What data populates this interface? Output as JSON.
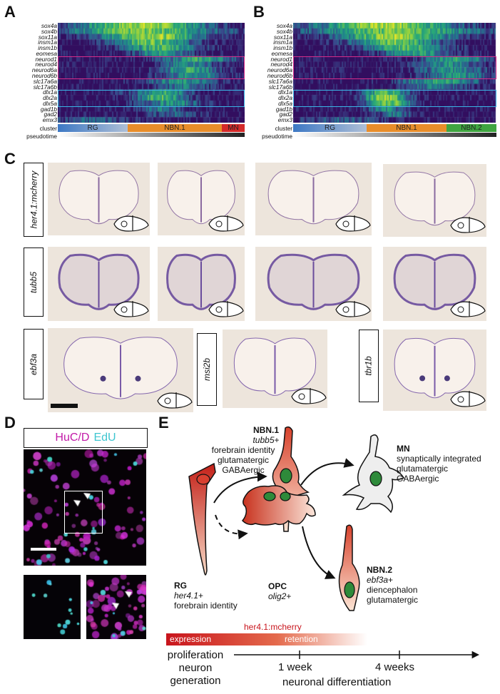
{
  "panels": {
    "A": "A",
    "B": "B",
    "C": "C",
    "D": "D",
    "E": "E"
  },
  "genes": [
    "sox4a",
    "sox4b",
    "sox11a",
    "insm1a",
    "insm1b",
    "eomesa",
    "neurod1",
    "neurod4",
    "neurod6a",
    "neurod6b",
    "slc17a6a",
    "slc17a6b",
    "dlx1a",
    "dlx2a",
    "dlx5a",
    "gad1b",
    "gad2",
    "emx3"
  ],
  "row_labels": {
    "cluster": "cluster",
    "pseudotime": "pseudotime"
  },
  "heatmap_a": {
    "clusters": [
      {
        "label": "RG",
        "color": "#4a7fc0"
      },
      {
        "label": "NBN.1",
        "color": "#e88d2a"
      },
      {
        "label": "MN",
        "color": "#d42a2a"
      }
    ]
  },
  "heatmap_b": {
    "clusters": [
      {
        "label": "RG",
        "color": "#4a7fc0"
      },
      {
        "label": "NBN.1",
        "color": "#e88d2a"
      },
      {
        "label": "NBN.2",
        "color": "#3fa540"
      }
    ]
  },
  "highlight_colors": {
    "neurod": "#d62d8a",
    "dlx": "#3ab5e6"
  },
  "panel_c": {
    "row_labels": [
      "her4.1:mcherry",
      "tubb5"
    ],
    "bottom_labels": [
      "ebf3a",
      "msi2b",
      "tbr1b"
    ]
  },
  "panel_d": {
    "legend_a": "HuC/D",
    "legend_b": "EdU",
    "color_a": "#c21aa8",
    "color_b": "#3ec6d0"
  },
  "panel_e": {
    "nbn1": {
      "title": "NBN.1",
      "marker": "tubb5",
      "marker_suffix": "+",
      "lines": [
        "forebrain identity",
        "glutamatergic",
        "GABAergic"
      ]
    },
    "mn": {
      "title": "MN",
      "lines": [
        "synaptically integrated",
        "glutamatergic",
        "GABAergic"
      ]
    },
    "rg": {
      "title": "RG",
      "marker": "her4.1",
      "marker_suffix": "+",
      "lines": [
        "forebrain identity"
      ]
    },
    "opc": {
      "title": "OPC",
      "marker": "olig2",
      "marker_suffix": "+"
    },
    "nbn2": {
      "title": "NBN.2",
      "marker": "ebf3a",
      "marker_suffix": "+",
      "lines": [
        "diencephalon",
        "glutamatergic"
      ]
    },
    "reporter": "her4.1:mcherry",
    "bar_left": "expression",
    "bar_right": "retention",
    "axis": {
      "left": [
        "proliferation",
        "neuron",
        "generation"
      ],
      "week1": "1 week",
      "week4": "4 weeks",
      "label": "neuronal differentiation"
    }
  }
}
